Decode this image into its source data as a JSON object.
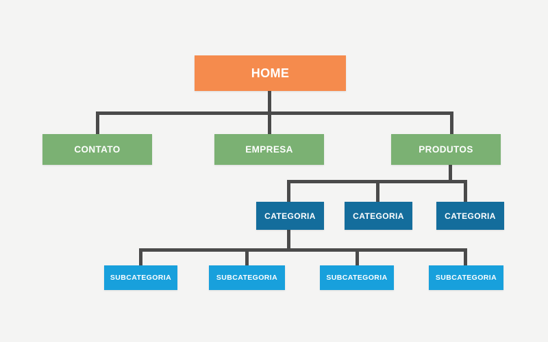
{
  "diagram": {
    "type": "sitemap-hierarchy",
    "nodes": {
      "home": {
        "label": "HOME"
      },
      "level2": [
        {
          "label": "CONTATO"
        },
        {
          "label": "EMPRESA"
        },
        {
          "label": "PRODUTOS"
        }
      ],
      "level3": [
        {
          "label": "CATEGORIA"
        },
        {
          "label": "CATEGORIA"
        },
        {
          "label": "CATEGORIA"
        }
      ],
      "level4": [
        {
          "label": "SUBCATEGORIA"
        },
        {
          "label": "SUBCATEGORIA"
        },
        {
          "label": "SUBCATEGORIA"
        },
        {
          "label": "SUBCATEGORIA"
        }
      ]
    },
    "edges": [
      "HOME -> CONTATO",
      "HOME -> EMPRESA",
      "HOME -> PRODUTOS",
      "PRODUTOS -> CATEGORIA (x3)",
      "CATEGORIA(1) -> SUBCATEGORIA (x4)"
    ],
    "colors": {
      "home": "#F58B4D",
      "level2": "#7BB173",
      "level3": "#146D9C",
      "level4": "#18A0DC",
      "connector": "#4A4A4A",
      "background": "#F4F4F3",
      "text": "#FFFFFF"
    }
  }
}
